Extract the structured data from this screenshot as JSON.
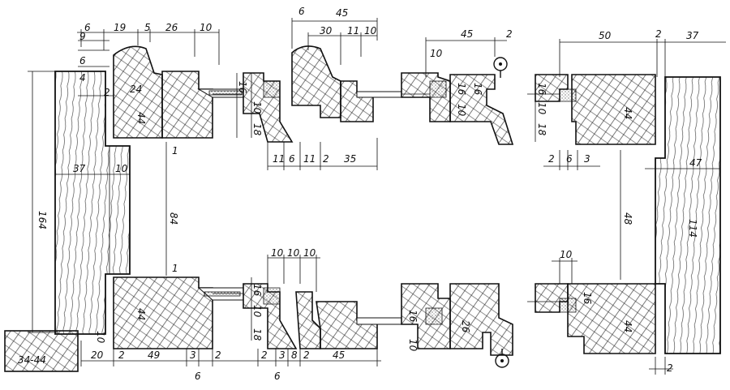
{
  "title": "",
  "section_labels": {
    "block": "34-44"
  },
  "top_dims": {
    "d6": "6",
    "d19": "19",
    "d5": "5",
    "d26": "26",
    "d10a": "10",
    "d9": "9",
    "d6b": "6",
    "d4": "4",
    "d2a": "2",
    "d24": "24",
    "d44a": "44",
    "d37a": "37",
    "d10b": "10",
    "d164": "164",
    "d84": "84",
    "d1a": "1",
    "d1b": "1",
    "d16a": "16",
    "d10c": "10",
    "d18a": "18",
    "d6c": "6",
    "d45a": "45",
    "d30": "30",
    "d11a": "11",
    "d10d": "10",
    "d11b": "11",
    "d6d": "6",
    "d11c": "11",
    "d2b": "2",
    "d35": "35",
    "d45b": "45",
    "d2c": "2",
    "d10e": "10",
    "d16b": "16",
    "d10f": "10",
    "d16c": "16",
    "d50": "50",
    "d2d": "2",
    "d37b": "37",
    "d16d": "16",
    "d10g": "10",
    "d18b": "18",
    "d44b": "44",
    "d2e": "2",
    "d6e": "6",
    "d3a": "3",
    "d47": "47",
    "d114": "114",
    "d48": "48"
  },
  "bottom_dims": {
    "d10h": "10",
    "d10i": "10",
    "d10j": "10",
    "d16e": "16",
    "d10k": "10",
    "d18c": "18",
    "d44c": "44",
    "d10l": "10",
    "d20": "20",
    "d2f": "2",
    "d49": "49",
    "d3b": "3",
    "d2g": "2",
    "d6f": "6",
    "d2h": "2",
    "d3c": "3",
    "d8": "8",
    "d2i": "2",
    "d45c": "45",
    "d6g": "6",
    "d16f": "16",
    "d10m": "10",
    "d26": "26",
    "d10n": "10",
    "d16g": "16",
    "d44d": "44",
    "d2j": "2"
  }
}
